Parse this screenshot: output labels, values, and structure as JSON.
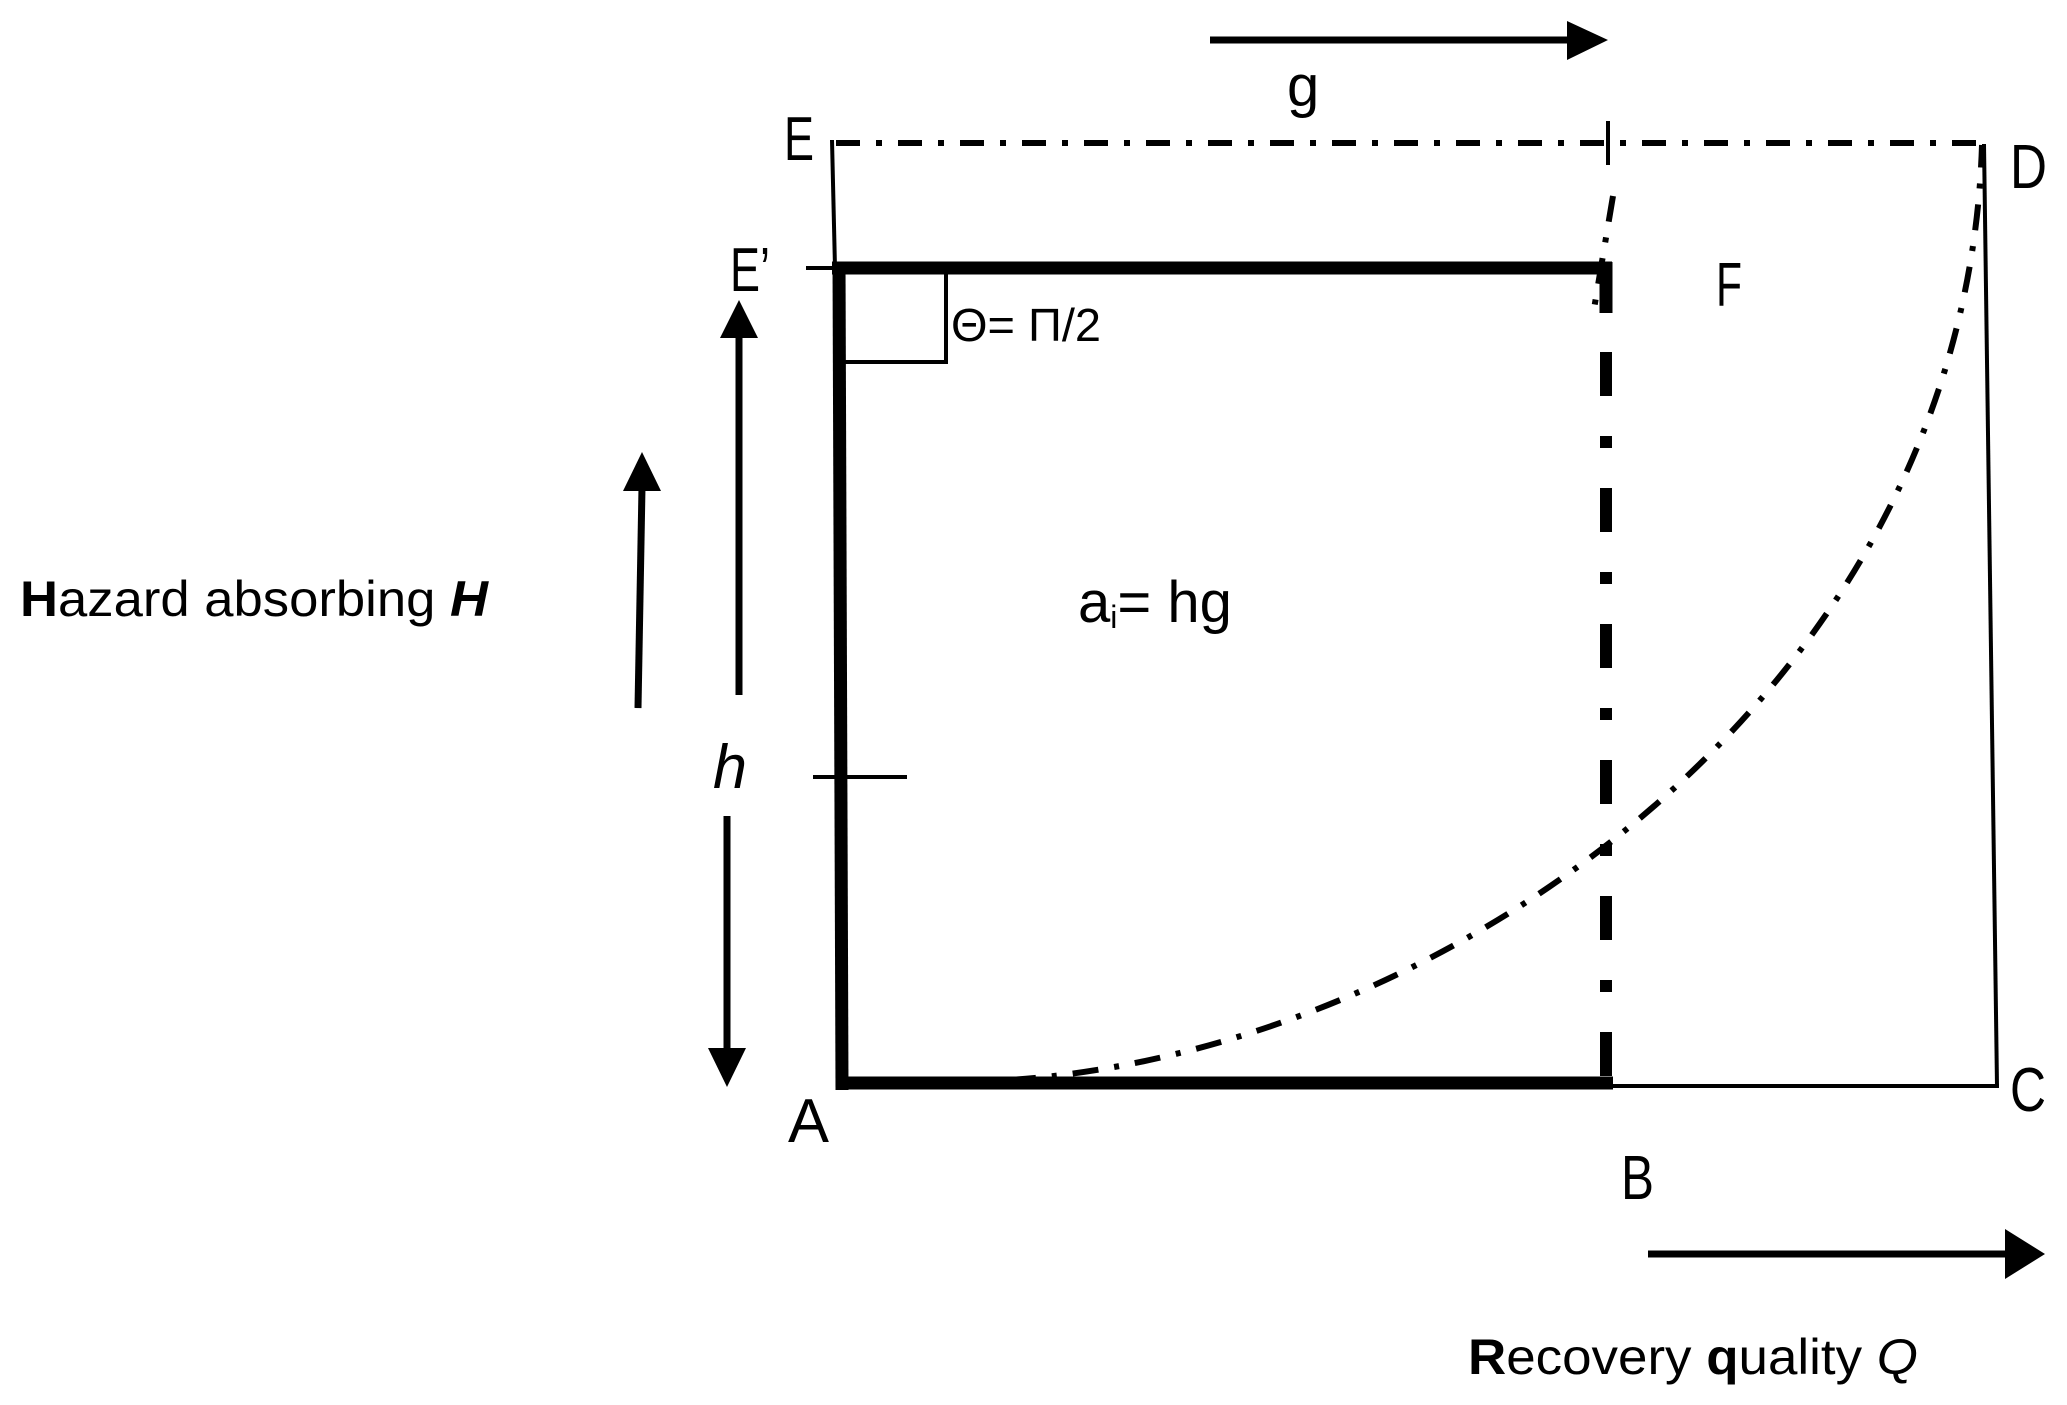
{
  "figure": {
    "points": {
      "A": "A",
      "B": "B",
      "C": "C",
      "D": "D",
      "E": "E",
      "E_prime": "E’",
      "F": "F"
    },
    "g_label": "g",
    "h_label": "h",
    "angle_label": "Θ= Π/2",
    "area_label": {
      "prefix": "a",
      "subscript": "i",
      "suffix": "= hg"
    },
    "y_axis_label": {
      "bold": "H",
      "regular": "azard absorbing ",
      "italic_bold": "H"
    },
    "x_axis_label": {
      "bold1": "R",
      "regular1": "ecovery ",
      "bold2": "q",
      "regular2": "uality ",
      "italic": "Q"
    },
    "colors": {
      "stroke": "#000000",
      "background": "#ffffff"
    }
  }
}
